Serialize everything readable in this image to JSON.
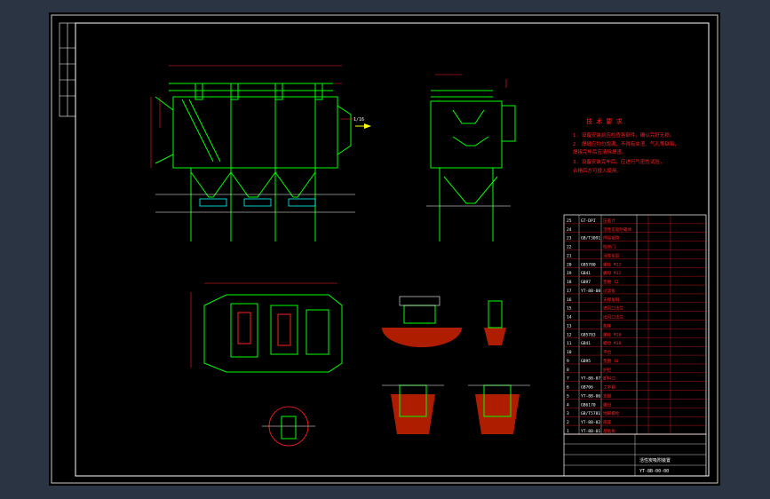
{
  "sheet": {
    "bg": "#000000",
    "outer_bg": "#2b3442",
    "colors": {
      "frame": "#ffffff",
      "struct": "#00ff00",
      "dim": "#ff2020",
      "text_red": "#ff2020",
      "text_white": "#ffffff",
      "text_yellow": "#ffff00",
      "cyan": "#00ffff",
      "hatch": "#cc2200"
    }
  },
  "views": {
    "front": {
      "flow_label": "1/16"
    },
    "notes": {
      "heading": "技 术 要 求",
      "lines": [
        "1. 设备安装前应检查各部件，确认完好无损。",
        "2. 焊缝应均匀饱满，不得有夹渣、气孔等缺陷，",
        "   焊接完毕后应清除焊渣。",
        "3. 设备安装完毕后，应进行气密性试验，",
        "   合格后方可投入使用。"
      ]
    }
  },
  "bom": {
    "rows": [
      {
        "no": "25",
        "code": "GT-DPI",
        "name": "压差计"
      },
      {
        "no": "24",
        "code": "",
        "name": "活性炭吸附箱体"
      },
      {
        "no": "23",
        "code": "GB/T3091",
        "name": "焊接钢管"
      },
      {
        "no": "22",
        "code": "",
        "name": "检修门"
      },
      {
        "no": "21",
        "code": "",
        "name": "活性炭层"
      },
      {
        "no": "20",
        "code": "GB5780",
        "name": "螺栓 M12"
      },
      {
        "no": "19",
        "code": "GB41",
        "name": "螺母 M12"
      },
      {
        "no": "18",
        "code": "GB97",
        "name": "垫圈 12"
      },
      {
        "no": "17",
        "code": "YT-8B-08",
        "name": "过滤板"
      },
      {
        "no": "16",
        "code": "",
        "name": "支撑角钢"
      },
      {
        "no": "15",
        "code": "",
        "name": "进风口法兰"
      },
      {
        "no": "14",
        "code": "",
        "name": "出风口法兰"
      },
      {
        "no": "13",
        "code": "",
        "name": "爬梯"
      },
      {
        "no": "12",
        "code": "GB5783",
        "name": "螺栓 M10"
      },
      {
        "no": "11",
        "code": "GB41",
        "name": "螺母 M10"
      },
      {
        "no": "10",
        "code": "",
        "name": "平台"
      },
      {
        "no": "9",
        "code": "GB95",
        "name": "垫圈 10"
      },
      {
        "no": "8",
        "code": "",
        "name": "护栏"
      },
      {
        "no": "7",
        "code": "YT-8B-07",
        "name": "卸料口"
      },
      {
        "no": "6",
        "code": "GB706",
        "name": "工字钢"
      },
      {
        "no": "5",
        "code": "YT-8B-06",
        "name": "支腿"
      },
      {
        "no": "4",
        "code": "GB6170",
        "name": "螺母"
      },
      {
        "no": "3",
        "code": "GB/T5781",
        "name": "地脚螺栓"
      },
      {
        "no": "2",
        "code": "YT-8B-02",
        "name": "底座"
      },
      {
        "no": "1",
        "code": "YT-8B-01",
        "name": "基础板"
      }
    ]
  },
  "titleblock": {
    "drawing_no": "YT-8B-00-00",
    "title": "活性炭吸附装置"
  }
}
